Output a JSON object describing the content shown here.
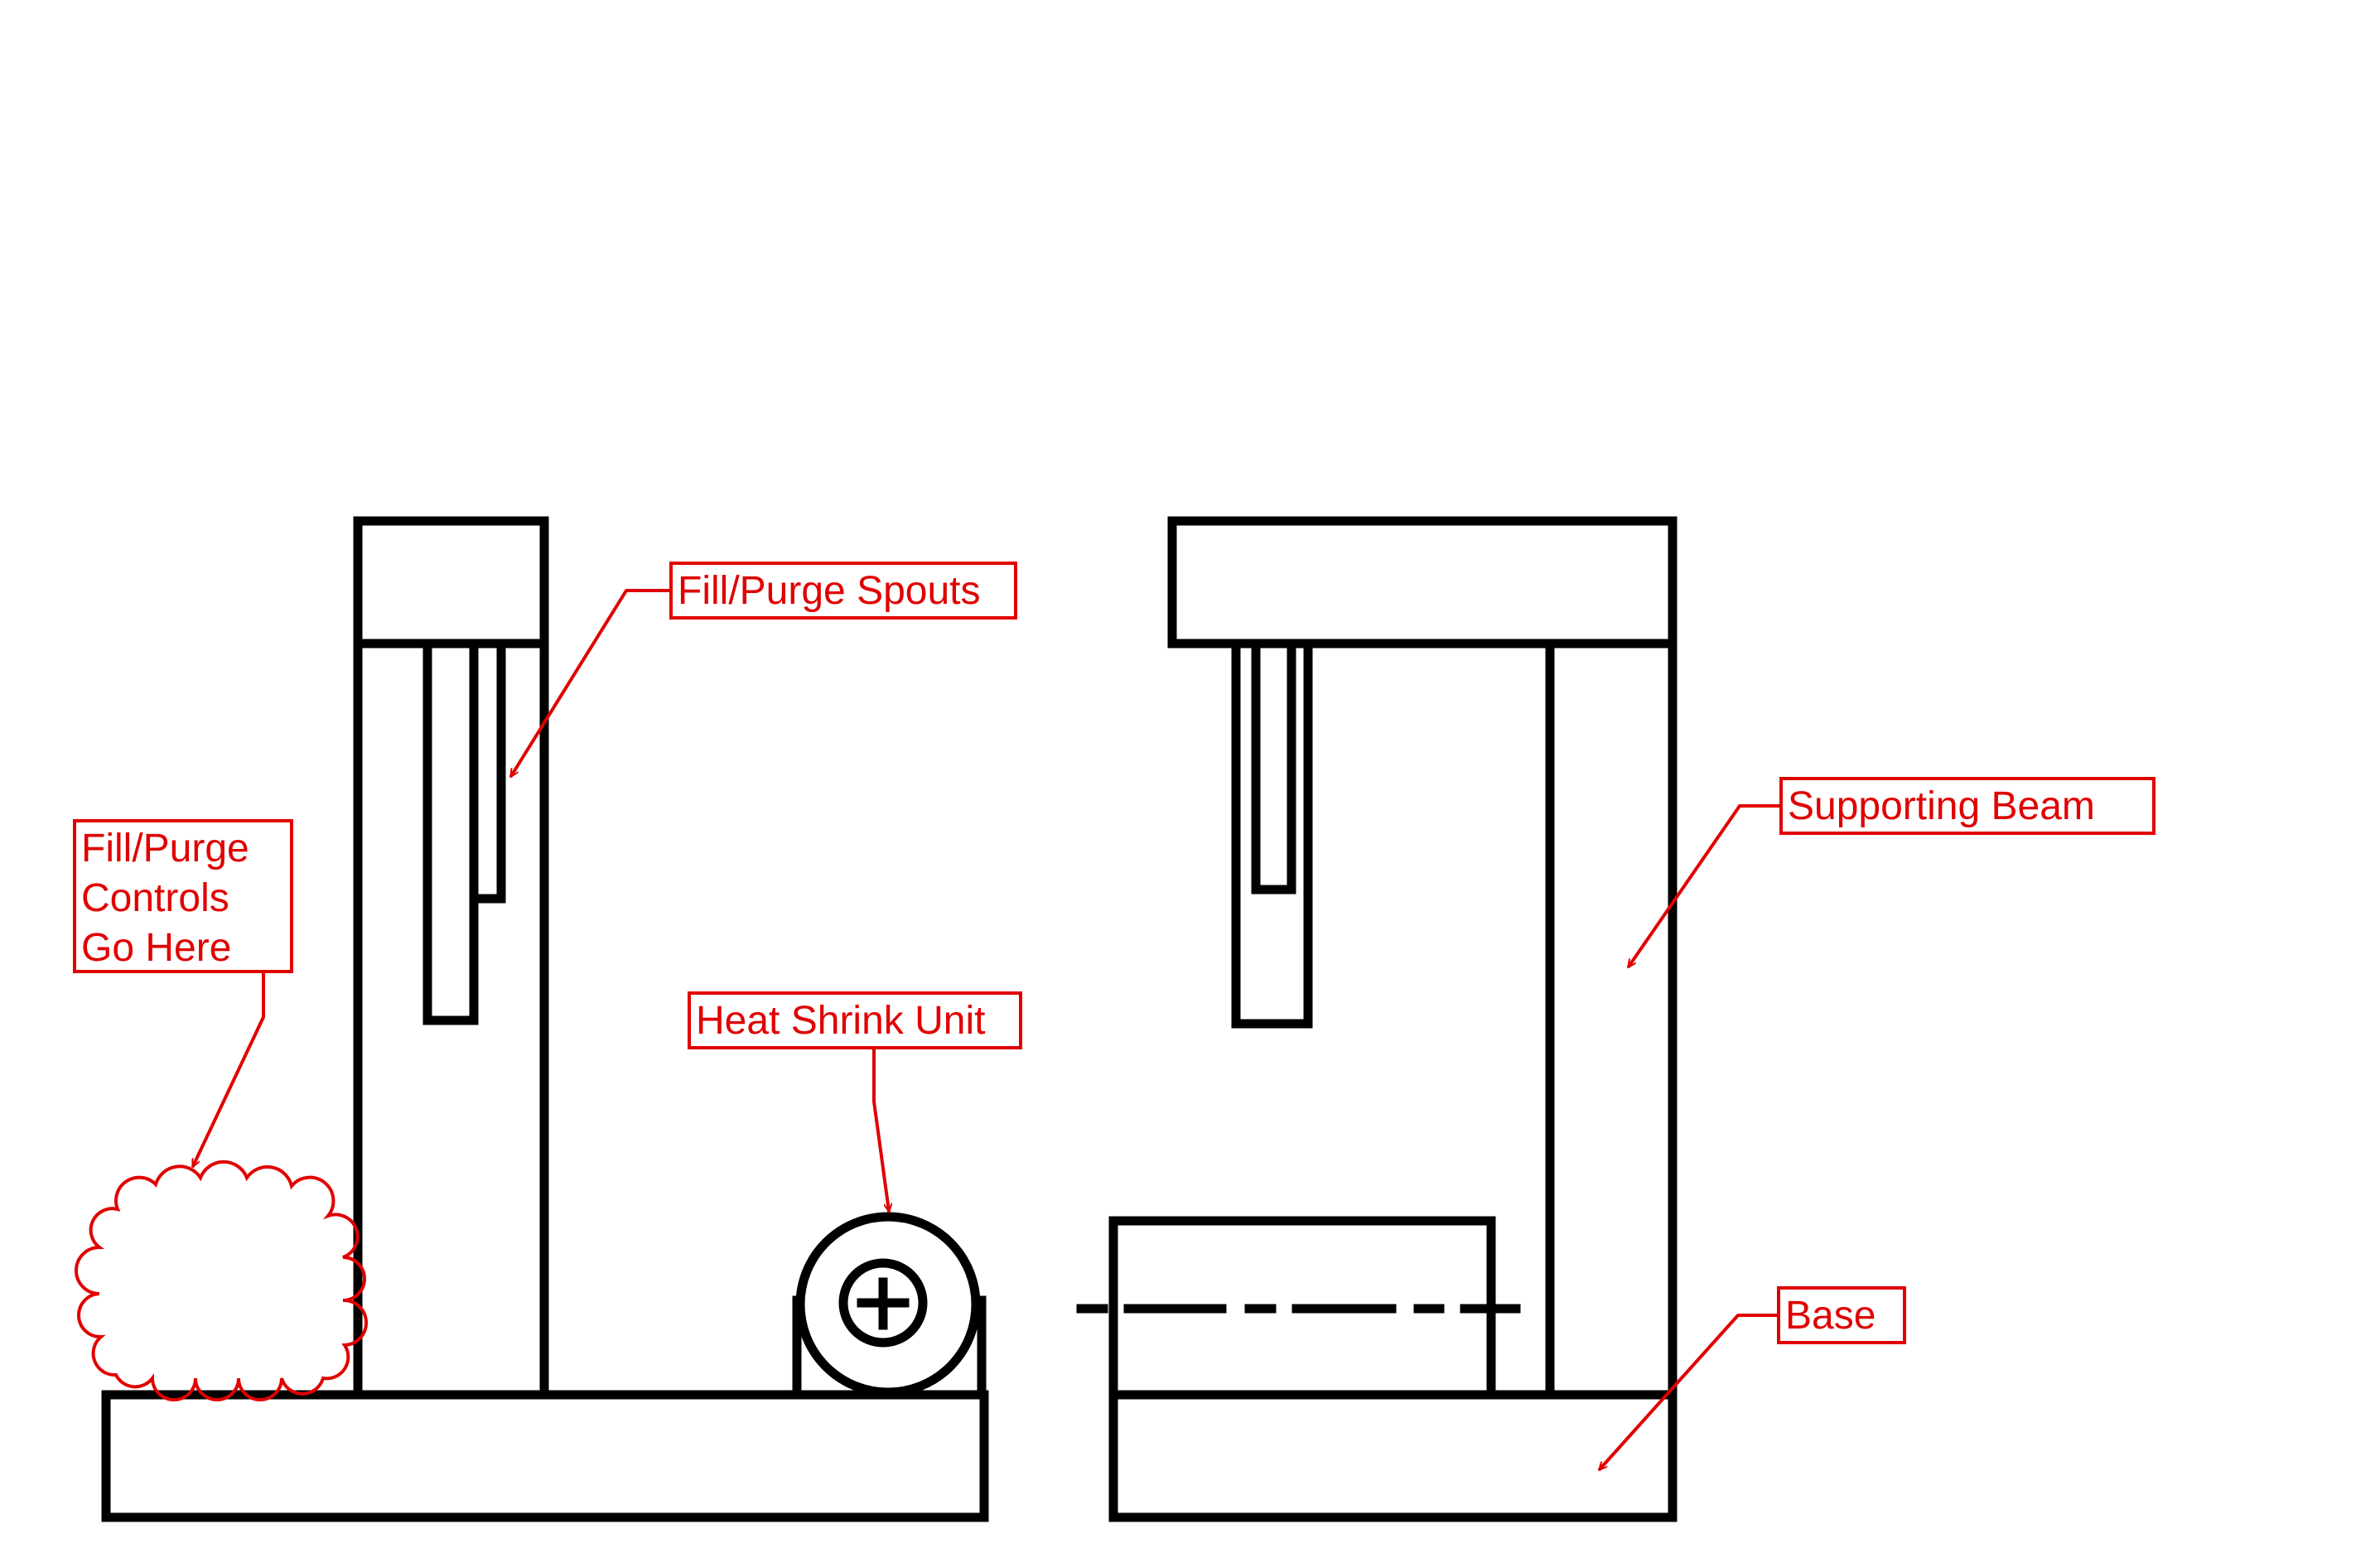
{
  "labels": {
    "fill_purge_spouts": "Fill/Purge Spouts",
    "fill_purge_controls": [
      "Fill/Purge",
      "Controls",
      "Go Here"
    ],
    "heat_shrink_unit": "Heat Shrink Unit",
    "supporting_beam": "Supporting Beam",
    "base": "Base"
  },
  "colors": {
    "annotation": "#e00000",
    "drawing": "#000000",
    "background": "#ffffff"
  }
}
